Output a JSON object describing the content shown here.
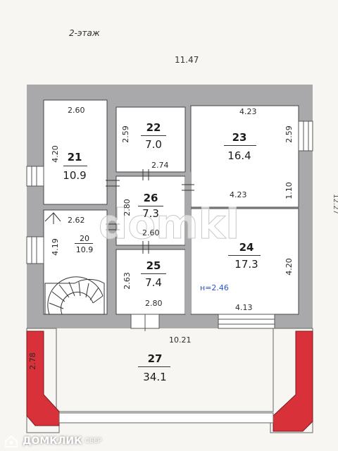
{
  "floor_label": "2-этаж",
  "total_width": "11.47",
  "edge_note": "12.27",
  "ceiling_height": "н=2.46",
  "brand": {
    "name": "ДОМКЛИК",
    "sub": "СБЕР"
  },
  "rooms": [
    {
      "id": "21",
      "area": "10.9",
      "dims": [
        "2.60",
        "4.20"
      ]
    },
    {
      "id": "22",
      "area": "7.0",
      "dims": [
        "2.59",
        "2.74"
      ]
    },
    {
      "id": "23",
      "area": "16.4",
      "dims": [
        "4.23",
        "2.59",
        "4.23",
        "1.10"
      ]
    },
    {
      "id": "26",
      "area": "7.3",
      "dims": [
        "2.80",
        "2.60"
      ]
    },
    {
      "id": "20",
      "area": "10.9",
      "dims": [
        "2.62",
        "4.19"
      ]
    },
    {
      "id": "24",
      "area": "17.3",
      "dims": [
        "4.20",
        "4.13"
      ]
    },
    {
      "id": "25",
      "area": "7.4",
      "dims": [
        "2.63",
        "2.80"
      ]
    },
    {
      "id": "27",
      "area": "34.1",
      "dims": [
        "10.21",
        "2.78"
      ]
    }
  ],
  "colors": {
    "wall": "#a9a9ab",
    "room": "#ffffff",
    "balcony_wall": "#d9313a",
    "line": "#333333"
  }
}
